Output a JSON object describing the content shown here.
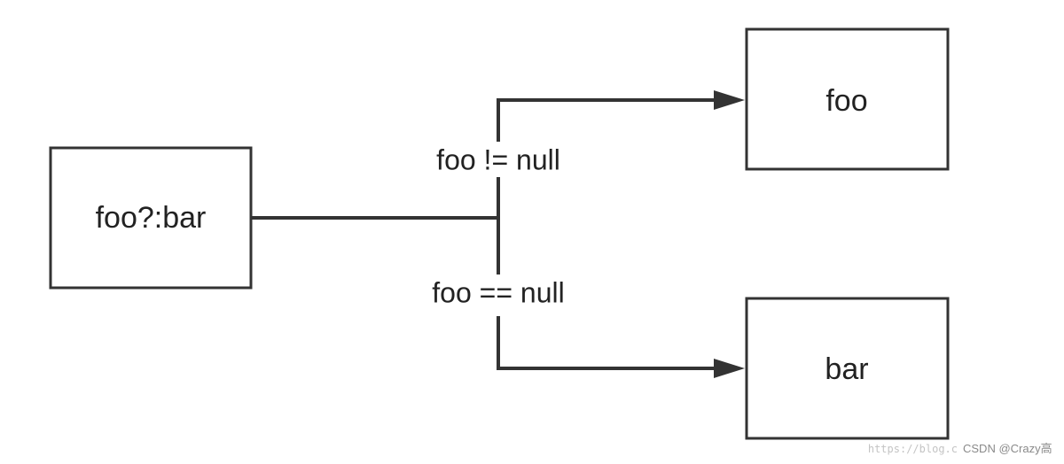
{
  "diagram": {
    "nodes": {
      "source": {
        "label": "foo?:bar"
      },
      "top_target": {
        "label": "foo"
      },
      "bottom_target": {
        "label": "bar"
      }
    },
    "edges": {
      "top": {
        "label": "foo != null"
      },
      "bottom": {
        "label": "foo == null"
      }
    }
  },
  "watermark": {
    "url_text": "https://blog.c",
    "brand_text": "CSDN @Crazy高"
  }
}
